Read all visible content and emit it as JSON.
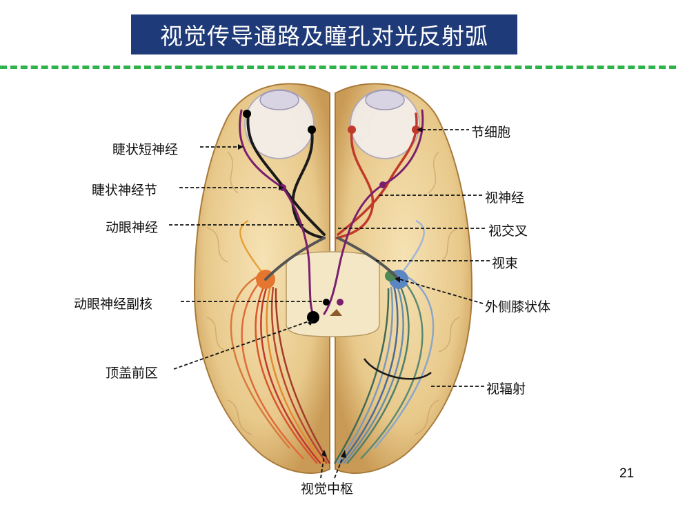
{
  "title": "视觉传导通路及瞳孔对光反射弧",
  "labels": {
    "ciliary_short_nerve": "睫状短神经",
    "ciliary_ganglion": "睫状神经节",
    "oculomotor_nerve": "动眼神经",
    "accessory_nucleus": "动眼神经副核",
    "pretectal_area": "顶盖前区",
    "ganglion_cell": "节细胞",
    "optic_nerve": "视神经",
    "optic_chiasm": "视交叉",
    "optic_tract": "视束",
    "lateral_geniculate": "外侧膝状体",
    "optic_radiation": "视辐射",
    "visual_center": "视觉中枢"
  },
  "page_number": "21",
  "colors": {
    "title_bg": "#1f3a78",
    "divider": "#2db34a",
    "brain": "#e9c98c",
    "purple_pathway": "#7a1f6e",
    "red_pathway": "#c0392b",
    "black_pathway": "#1a1a1a"
  }
}
